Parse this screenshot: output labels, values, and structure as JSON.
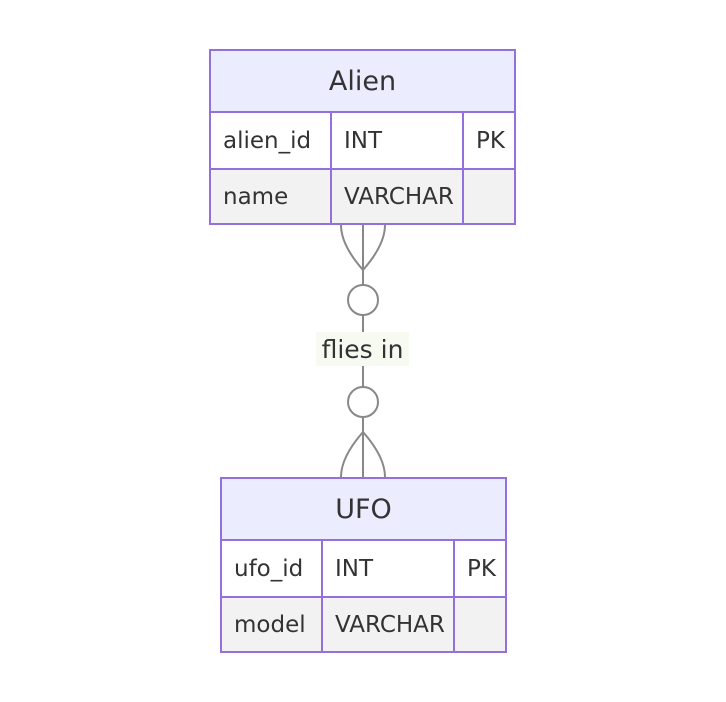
{
  "entities": {
    "alien": {
      "name": "Alien",
      "attributes": [
        {
          "name": "alien_id",
          "type": "INT",
          "key": "PK"
        },
        {
          "name": "name",
          "type": "VARCHAR",
          "key": ""
        }
      ]
    },
    "ufo": {
      "name": "UFO",
      "attributes": [
        {
          "name": "ufo_id",
          "type": "INT",
          "key": "PK"
        },
        {
          "name": "model",
          "type": "VARCHAR",
          "key": ""
        }
      ]
    }
  },
  "relationship": {
    "label": "flies in",
    "from": "Alien",
    "to": "UFO",
    "from_cardinality": "zero-or-many",
    "to_cardinality": "zero-or-many"
  },
  "colors": {
    "entity_border": "#9370db",
    "header_fill": "#ececff",
    "row_even_fill": "#f2f2f2",
    "line": "#888888",
    "label_bg": "#f7faf0",
    "text": "#333333"
  }
}
